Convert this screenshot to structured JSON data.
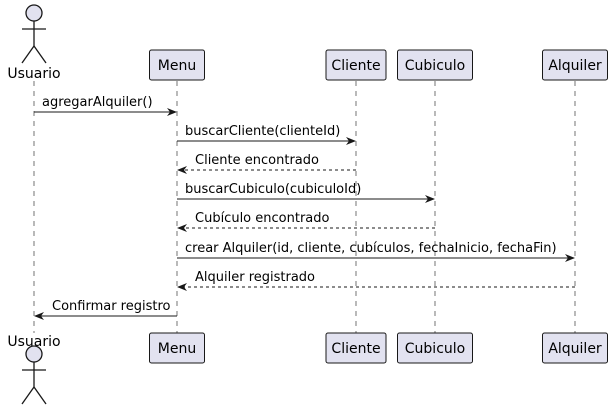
{
  "participants": [
    {
      "id": "usuario",
      "name": "Usuario",
      "kind": "actor"
    },
    {
      "id": "menu",
      "name": "Menu",
      "kind": "participant"
    },
    {
      "id": "cliente",
      "name": "Cliente",
      "kind": "participant"
    },
    {
      "id": "cubiculo",
      "name": "Cubiculo",
      "kind": "participant"
    },
    {
      "id": "alquiler",
      "name": "Alquiler",
      "kind": "participant"
    }
  ],
  "messages": [
    {
      "from": "usuario",
      "to": "menu",
      "label": "agregarAlquiler()",
      "style": "solid"
    },
    {
      "from": "menu",
      "to": "cliente",
      "label": "buscarCliente(clienteId)",
      "style": "solid"
    },
    {
      "from": "cliente",
      "to": "menu",
      "label": "Cliente encontrado",
      "style": "dashed"
    },
    {
      "from": "menu",
      "to": "cubiculo",
      "label": "buscarCubiculo(cubiculoId)",
      "style": "solid"
    },
    {
      "from": "cubiculo",
      "to": "menu",
      "label": "Cubículo encontrado",
      "style": "dashed"
    },
    {
      "from": "menu",
      "to": "alquiler",
      "label": "crear Alquiler(id, cliente, cubículos, fechaInicio, fechaFin)",
      "style": "solid"
    },
    {
      "from": "alquiler",
      "to": "menu",
      "label": "Alquiler registrado",
      "style": "dashed"
    },
    {
      "from": "menu",
      "to": "usuario",
      "label": "Confirmar registro",
      "style": "solid"
    }
  ]
}
